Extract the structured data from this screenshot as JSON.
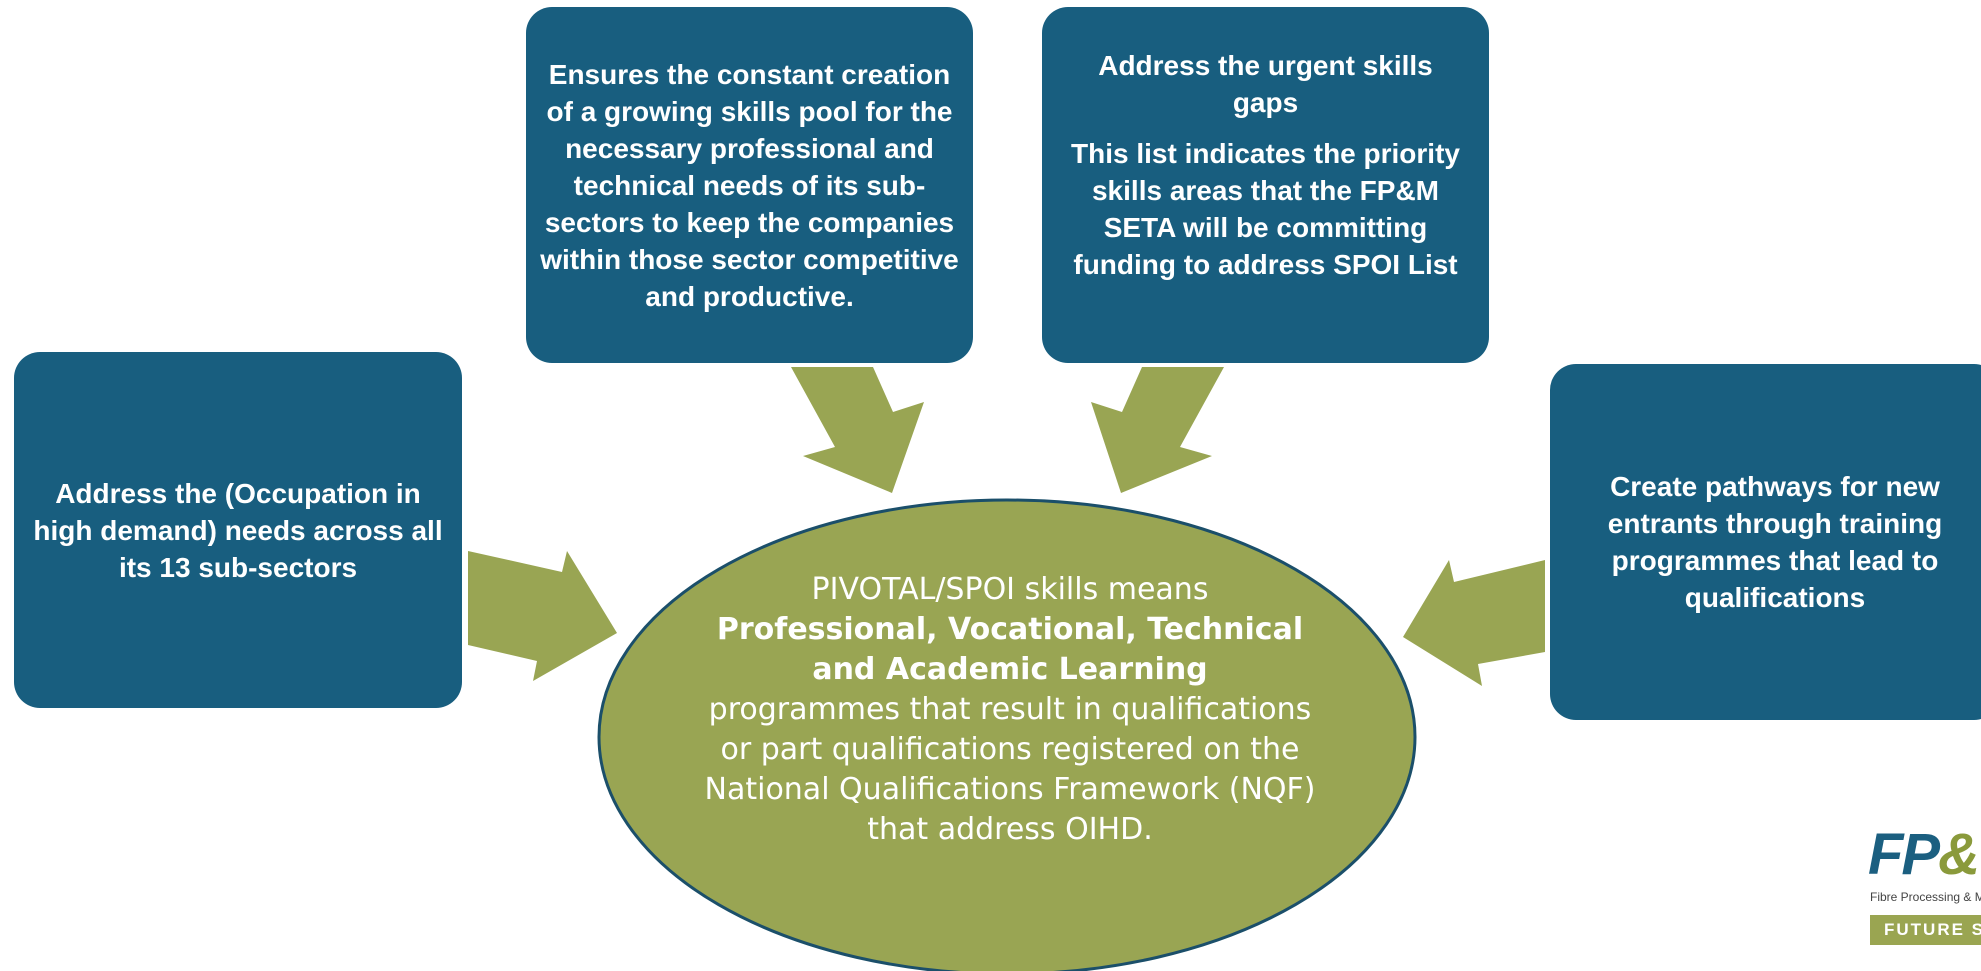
{
  "boxes": {
    "left": {
      "text": "Address the (Occupation in high demand) needs across all its 13 sub-sectors"
    },
    "top_left": {
      "text": "Ensures the constant creation of a growing skills pool for the necessary professional and technical needs of its sub-sectors to keep the companies within those sector competitive and productive."
    },
    "top_right": {
      "heading": "Address the urgent skills gaps",
      "text": "This list indicates the priority skills areas that the FP&M SETA will be committing funding to address SPOI List"
    },
    "right": {
      "text": "Create pathways for new entrants through training programmes that lead to qualifications"
    }
  },
  "center": {
    "intro": "PIVOTAL/SPOI skills means",
    "bold": "Professional, Vocational, Technical and Academic Learning",
    "rest": "programmes that result in qualifications or part qualifications registered on the National Qualifications Framework (NQF) that address OIHD."
  },
  "logo": {
    "mark": "FP",
    "mark_amp": "&",
    "subtitle": "Fibre Processing & M",
    "badge": "FUTURE SKI"
  },
  "colors": {
    "box": "#185e7f",
    "arrow_and_ellipse": "#99a553",
    "ellipse_border": "#1b4f6a",
    "text": "#ffffff"
  }
}
